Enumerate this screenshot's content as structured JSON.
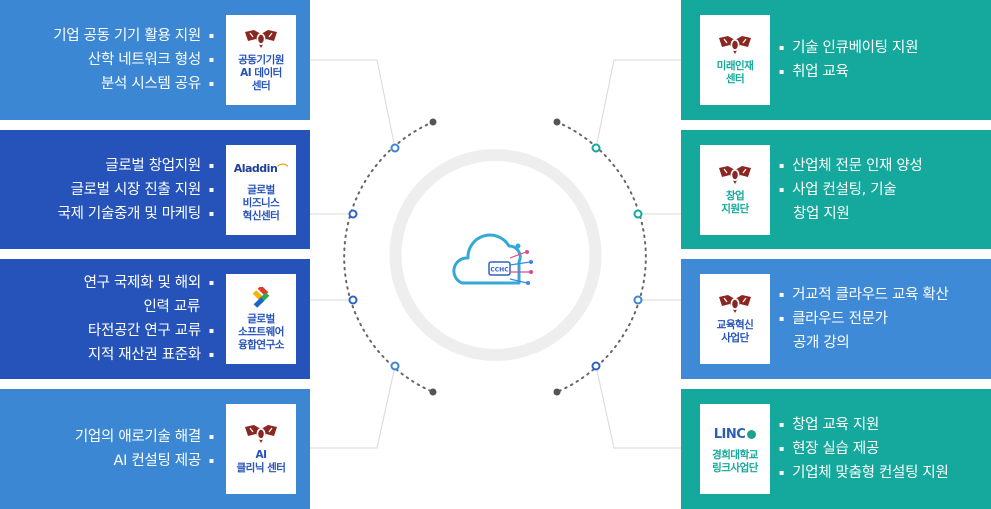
{
  "colors": {
    "left_blue": "#3c87d3",
    "left_navy": "#2653b9",
    "right_teal": "#14a99c",
    "right_blue": "#3e8ad6",
    "emblem_red": "#8a2722",
    "line_gray": "#d8d8d8",
    "ring_gray": "#eeeeee",
    "node_blue": "#2f62c6",
    "node_teal": "#15a99c",
    "node_light": "#3d86d4",
    "dark_dot": "#555555"
  },
  "icons": {
    "center": "cloud-circuit-icon",
    "university": "university-emblem-icon",
    "aladdin": "aladdin-logo",
    "software": "software-logo-icon",
    "linc": "linc-logo"
  },
  "center": {
    "label": "CCHC"
  },
  "left_panels": [
    {
      "bullets": [
        {
          "text": "기업 공동 기기 활용 지원",
          "mark": true
        },
        {
          "text": "산학 네트워크 형성",
          "mark": true
        },
        {
          "text": "분석 시스템 공유",
          "mark": true
        }
      ],
      "card": {
        "name": "공동기기원\nAI 데이터\n센터"
      }
    },
    {
      "bullets": [
        {
          "text": "글로벌 창업지원",
          "mark": true
        },
        {
          "text": "글로벌 시장 진출 지원",
          "mark": true
        },
        {
          "text": "국제 기술중개 및 마케팅",
          "mark": true
        }
      ],
      "card": {
        "wordmark": "Aladdin",
        "name": "글로벌\n비즈니스\n혁신센터"
      }
    },
    {
      "bullets": [
        {
          "text": "연구 국제화 및 해외",
          "mark": true
        },
        {
          "text": "인력 교류",
          "mark": false
        },
        {
          "text": "타전공간 연구 교류",
          "mark": true
        },
        {
          "text": "지적 재산권 표준화",
          "mark": true
        }
      ],
      "card": {
        "name": "글로벌\n소프트웨어\n융합연구소"
      }
    },
    {
      "bullets": [
        {
          "text": "기업의 애로기술 해결",
          "mark": true
        },
        {
          "text": "AI 컨설팅 제공",
          "mark": true
        }
      ],
      "card": {
        "name": "AI\n클리닉 센터"
      }
    }
  ],
  "right_panels": [
    {
      "bullets": [
        {
          "text": "기술 인큐베이팅 지원",
          "mark": true
        },
        {
          "text": "취업 교육",
          "mark": true
        }
      ],
      "card": {
        "name": "미래인재\n센터"
      }
    },
    {
      "bullets": [
        {
          "text": "산업체 전문 인재 양성",
          "mark": true
        },
        {
          "text": "사업 컨설팅, 기술",
          "mark": true
        },
        {
          "text": "창업 지원",
          "mark": false
        }
      ],
      "card": {
        "name": "창업\n지원단"
      }
    },
    {
      "bullets": [
        {
          "text": "거교적 클라우드 교육 확산",
          "mark": true
        },
        {
          "text": "클라우드 전문가",
          "mark": true
        },
        {
          "text": "공개 강의",
          "mark": false
        }
      ],
      "card": {
        "name": "교육혁신\n사업단"
      }
    },
    {
      "bullets": [
        {
          "text": "창업 교육 지원",
          "mark": true
        },
        {
          "text": "현장 실습 제공",
          "mark": true
        },
        {
          "text": "기업체 맞춤형 컨설팅 지원",
          "mark": true
        }
      ],
      "card": {
        "wordmark": "LINC",
        "name": "경희대학교\n링크사업단"
      }
    }
  ]
}
